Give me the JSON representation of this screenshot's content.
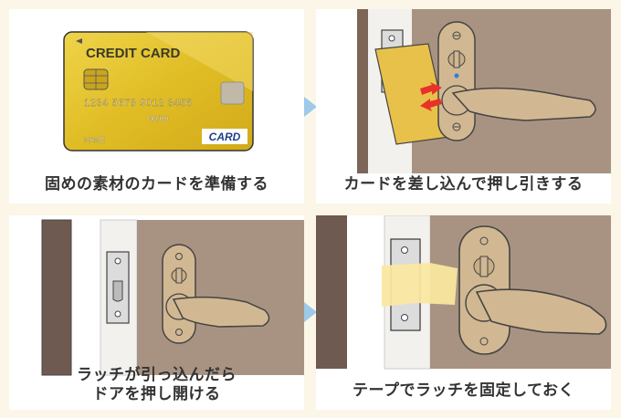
{
  "steps": [
    {
      "caption": "固めの素材のカードを準備する",
      "card": {
        "brand": "CREDIT CARD",
        "number": "1234 5678 9012 3456",
        "expiry": "00/00",
        "name": "NAME",
        "logo": "CARD"
      }
    },
    {
      "caption": "カードを差し込んで押し引きする"
    },
    {
      "caption_line1": "ラッチが引っ込んだら",
      "caption_line2": "ドアを押し開ける"
    },
    {
      "caption": "テープでラッチを固定しておく"
    }
  ],
  "colors": {
    "background": "#fbf6e7",
    "panel": "#ffffff",
    "door": "#a89382",
    "frame_dark": "#6e5a50",
    "handle": "#d1b892",
    "card_gold": "#e3c22c",
    "tape": "#fbe8a0",
    "step_arrow": "#9ec9e8",
    "motion_arrow": "#e8312a"
  }
}
